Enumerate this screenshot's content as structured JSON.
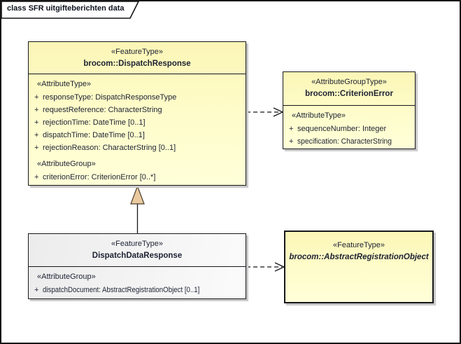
{
  "frame": {
    "title": "class SFR uitgifteberichten data"
  },
  "colors": {
    "class_fill_top": "#fbf6b6",
    "class_fill_bottom": "#ffffd8",
    "neutral_fill_left": "#ececec",
    "neutral_fill_right": "#fbfbfb",
    "border": "#17171c",
    "generalization_triangle": "#eaca9e",
    "shadow": "#c9c9c9",
    "text": "#1e2233"
  },
  "classes": {
    "dispatchResponse": {
      "stereotype": "«FeatureType»",
      "name": "brocom::DispatchResponse",
      "sections": [
        {
          "label": "«AttributeType»",
          "attributes": [
            {
              "visibility": "+",
              "text": "responseType: DispatchResponseType"
            },
            {
              "visibility": "+",
              "text": "requestReference: CharacterString"
            },
            {
              "visibility": "+",
              "text": "rejectionTime: DateTime [0..1]"
            },
            {
              "visibility": "+",
              "text": "dispatchTime: DateTime [0..1]"
            },
            {
              "visibility": "+",
              "text": "rejectionReason: CharacterString [0..1]"
            }
          ]
        },
        {
          "label": "«AttributeGroup»",
          "attributes": [
            {
              "visibility": "+",
              "text": "criterionError: CriterionError [0..*]"
            }
          ]
        }
      ]
    },
    "criterionError": {
      "stereotype": "«AttributeGroupType»",
      "name": "brocom::CriterionError",
      "sections": [
        {
          "label": "«AttributeType»",
          "attributes": [
            {
              "visibility": "+",
              "text": "sequenceNumber: Integer"
            },
            {
              "visibility": "+",
              "text": "specification: CharacterString"
            }
          ]
        }
      ]
    },
    "dispatchDataResponse": {
      "stereotype": "«FeatureType»",
      "name": "DispatchDataResponse",
      "sections": [
        {
          "label": "«AttributeGroup»",
          "attributes": [
            {
              "visibility": "+",
              "text": "dispatchDocument: AbstractRegistrationObject [0..1]"
            }
          ]
        }
      ]
    },
    "abstractRegistrationObject": {
      "stereotype": "«FeatureType»",
      "name": "brocom::AbstractRegistrationObject"
    }
  },
  "relations": [
    {
      "type": "dependency",
      "from": "DispatchResponse",
      "to": "CriterionError",
      "line": "dashed",
      "arrowhead": "open"
    },
    {
      "type": "generalization",
      "from": "DispatchDataResponse",
      "to": "DispatchResponse",
      "line": "solid",
      "arrowhead": "triangle"
    },
    {
      "type": "dependency",
      "from": "DispatchDataResponse",
      "to": "AbstractRegistrationObject",
      "line": "dashed",
      "arrowhead": "open"
    }
  ]
}
